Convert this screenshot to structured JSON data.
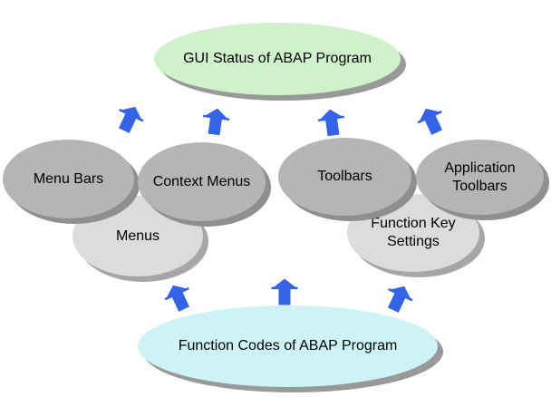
{
  "diagram": {
    "nodes": {
      "gui_status": {
        "label": "GUI Status of ABAP Program"
      },
      "menu_bars": {
        "label": "Menu Bars"
      },
      "context_menus": {
        "label": "Context Menus"
      },
      "toolbars": {
        "label": "Toolbars"
      },
      "application_toolbars": {
        "label": "Application Toolbars"
      },
      "menus": {
        "label": "Menus"
      },
      "function_key_settings": {
        "label": "Function Key Settings"
      },
      "function_codes": {
        "label": "Function Codes of ABAP Program"
      }
    },
    "arrows": [
      {
        "id": "arrow-1",
        "direction": "up-right",
        "from": "middle-row-left",
        "to": "gui_status"
      },
      {
        "id": "arrow-2",
        "direction": "up",
        "from": "context_menus",
        "to": "gui_status"
      },
      {
        "id": "arrow-3",
        "direction": "up",
        "from": "toolbars",
        "to": "gui_status"
      },
      {
        "id": "arrow-4",
        "direction": "up-left",
        "from": "application_toolbars",
        "to": "gui_status"
      },
      {
        "id": "arrow-5",
        "direction": "up-left",
        "from": "function_codes",
        "to": "menus"
      },
      {
        "id": "arrow-6",
        "direction": "up",
        "from": "function_codes",
        "to": "middle-row"
      },
      {
        "id": "arrow-7",
        "direction": "up-right",
        "from": "function_codes",
        "to": "function_key_settings"
      }
    ],
    "colors": {
      "top_fill": "#cff2ca",
      "dark_fill": "#b5b5b5",
      "light_fill": "#dcdcdc",
      "bottom_fill": "#cdf3f7",
      "arrow": "#3363e6",
      "shadow": "#999999",
      "dark_shadow": "#8f8f8f",
      "light_shadow": "#a6a6a6"
    }
  }
}
